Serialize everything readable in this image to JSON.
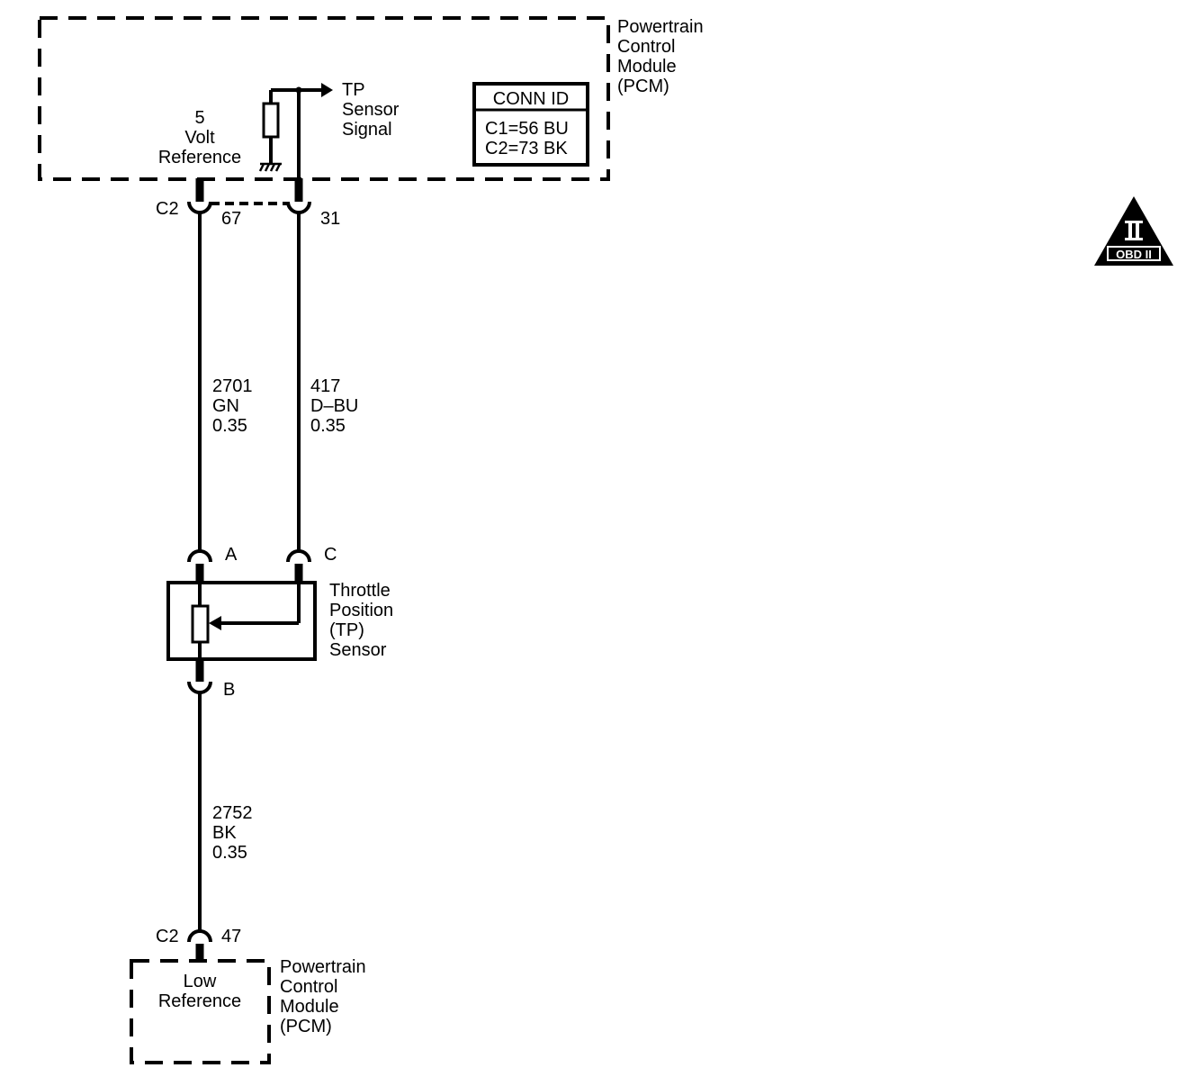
{
  "pcm_top": {
    "name_lines": [
      "Powertrain",
      "Control",
      "Module",
      "(PCM)"
    ],
    "five_volt_lines": [
      "5",
      "Volt",
      "Reference"
    ],
    "tp_signal_lines": [
      "TP",
      "Sensor",
      "Signal"
    ],
    "conn_id": {
      "title": "CONN ID",
      "lines": [
        "C1=56 BU",
        "C2=73 BK"
      ]
    }
  },
  "connectors": {
    "top_left_conn": "C2",
    "top_left_pin": "67",
    "top_right_pin": "31",
    "sensor_pin_a": "A",
    "sensor_pin_c": "C",
    "sensor_pin_b": "B",
    "bottom_conn": "C2",
    "bottom_pin": "47"
  },
  "wires": {
    "left": [
      "2701",
      "GN",
      "0.35"
    ],
    "right": [
      "417",
      "D–BU",
      "0.35"
    ],
    "bottom": [
      "2752",
      "BK",
      "0.35"
    ]
  },
  "sensor": {
    "name_lines": [
      "Throttle",
      "Position",
      "(TP)",
      "Sensor"
    ]
  },
  "pcm_bottom": {
    "name_lines": [
      "Powertrain",
      "Control",
      "Module",
      "(PCM)"
    ],
    "low_ref_lines": [
      "Low",
      "Reference"
    ]
  },
  "badge": {
    "symbol": "II",
    "label": "OBD II"
  }
}
